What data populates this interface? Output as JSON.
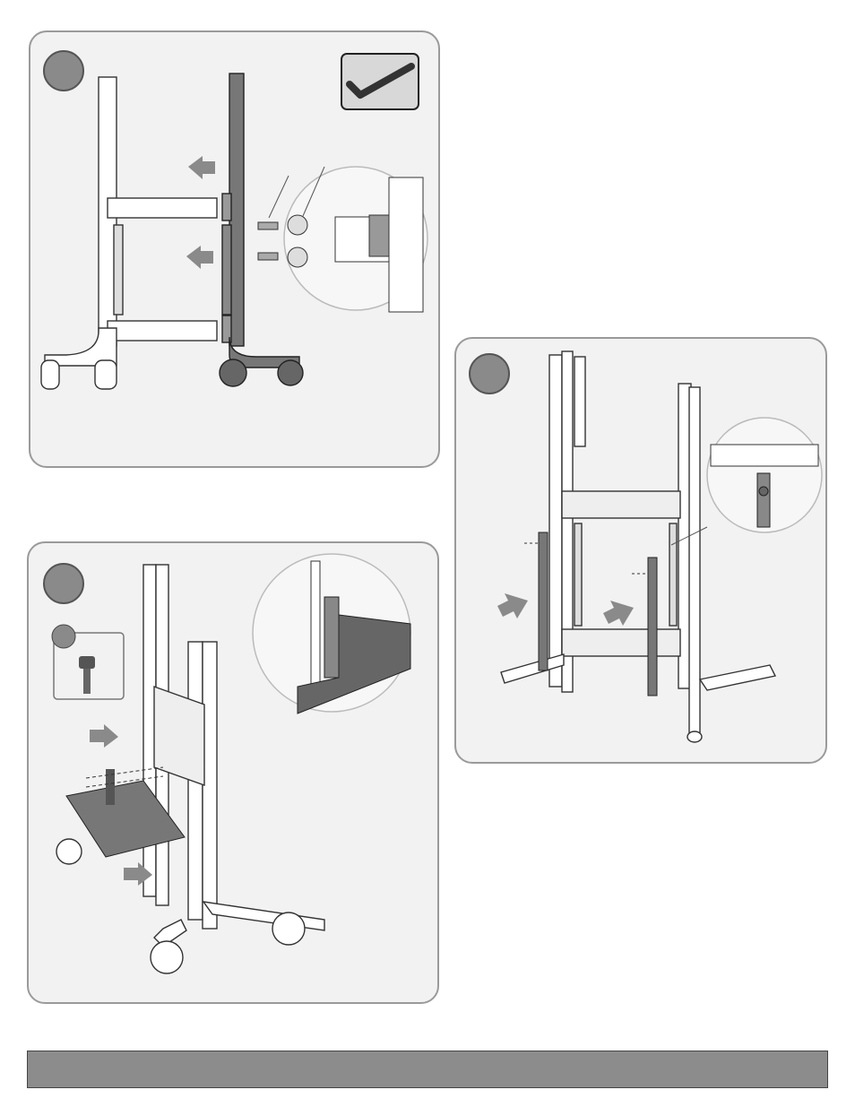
{
  "colors": {
    "panel_bg": "#f2f2f2",
    "panel_border": "#9a9a9a",
    "badge": "#8a8a8a",
    "footer": "#8c8c8c",
    "dark_part": "#6e6e6e"
  },
  "steps": [
    {
      "id": "panel-1",
      "number": "",
      "icons": [
        "hex-key-icon",
        "magnify-detail-icon",
        "arrow-left-icon"
      ]
    },
    {
      "id": "panel-2",
      "number": "",
      "icons": [
        "screw-icon",
        "shelf-icon",
        "magnify-detail-icon",
        "arrow-right-icon"
      ]
    },
    {
      "id": "panel-3",
      "number": "",
      "icons": [
        "rail-icon",
        "magnify-detail-icon",
        "arrow-right-icon"
      ]
    }
  ],
  "footer": {
    "text": ""
  }
}
